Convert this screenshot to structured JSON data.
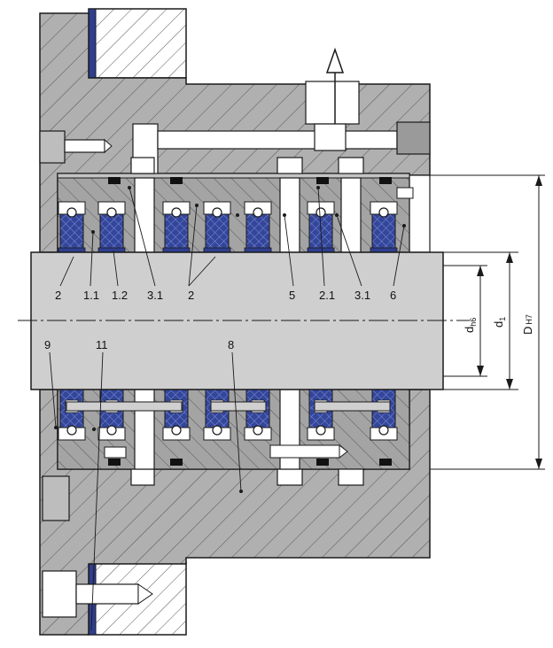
{
  "colors": {
    "housing": "#a9a9a9",
    "housing_light": "#c4c4c4",
    "shaft": "#cfcfcf",
    "seal_blue": "#2f3f8f",
    "seal_blue_light": "#3e55b0",
    "line": "#1a1a1a",
    "white": "#ffffff"
  },
  "icons": {
    "flow_arrow": "outlet-arrow-icon"
  },
  "labels": {
    "top": [
      "2",
      "1.1",
      "1.2",
      "3.1",
      "2",
      "5",
      "2.1",
      "3.1",
      "6"
    ],
    "bottom": [
      "9",
      "11",
      "8"
    ]
  },
  "dimensions": {
    "dh6": {
      "main": "d",
      "sub": "h6"
    },
    "d1": {
      "main": "d",
      "sub": "1"
    },
    "dh7": {
      "main": "D",
      "sub": "H7"
    }
  }
}
